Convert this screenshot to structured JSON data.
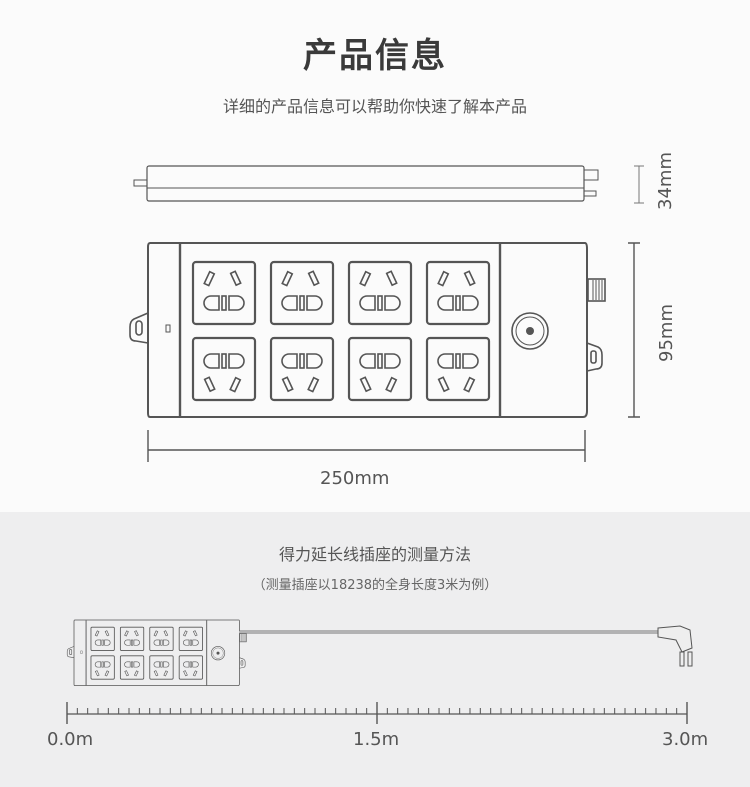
{
  "header": {
    "title": "产品信息",
    "subtitle": "详细的产品信息可以帮助你快速了解本产品"
  },
  "dimensions": {
    "height": "34mm",
    "width_short": "95mm",
    "length": "250mm"
  },
  "measurement": {
    "title": "得力延长线插座的测量方法",
    "note": "（测量插座以18238的全身长度3米为例）",
    "ruler_labels": [
      "0.0m",
      "1.5m",
      "3.0m"
    ],
    "ruler_max_m": 3.0
  },
  "colors": {
    "line": "#555555",
    "top_bg": "#fbfbfb",
    "bottom_bg": "#eeeeef"
  }
}
